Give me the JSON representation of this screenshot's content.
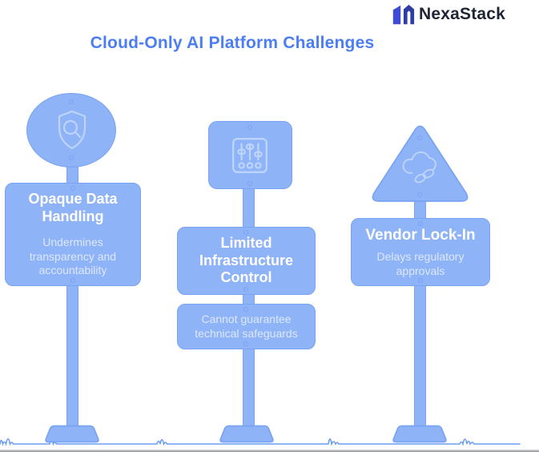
{
  "brand": {
    "name": "NexaStack"
  },
  "header": {
    "title": "Cloud-Only AI Platform Challenges"
  },
  "signs": [
    {
      "name": "opaque-data-handling",
      "shape": "circle",
      "icon": "shield-search-icon",
      "heading": "Opaque Data Handling",
      "subtext": "Undermines transparency and accountability"
    },
    {
      "name": "limited-infrastructure-control",
      "shape": "square",
      "icon": "control-sliders-icon",
      "heading": "Limited Infrastructure Control",
      "subtext": "Cannot guarantee technical safeguards"
    },
    {
      "name": "vendor-lock-in",
      "shape": "triangle",
      "icon": "cloud-chain-link-icon",
      "heading": "Vendor Lock-In",
      "subtext": "Delays regulatory approvals"
    }
  ],
  "colors": {
    "accent": "#4b7ef2",
    "sign_fill": "#8fb3f7",
    "sign_border": "#79a3f3",
    "icon_stroke": "#bdd4fb",
    "heading_text": "#ffffff",
    "subtext_color": "#dce8fd",
    "logo_primary": "#3d4bd7",
    "logo_secondary": "#2e3ca6",
    "logo_text": "#1f2533",
    "ground_stroke": "#6a9df2"
  }
}
